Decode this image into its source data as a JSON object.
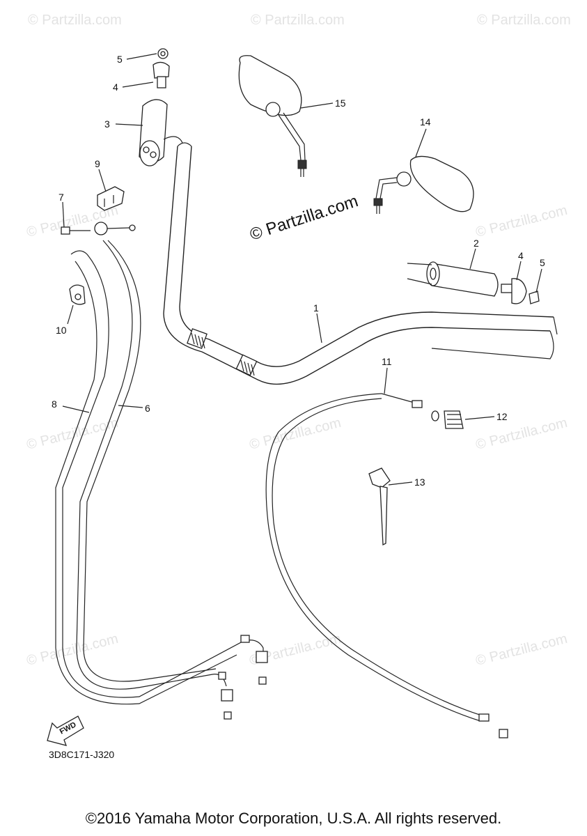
{
  "watermark": {
    "faint_text": "© Partzilla.com",
    "main_text": "© Partzilla.com"
  },
  "diagram_code": "3D8C171-J320",
  "fwd_label": "FWD",
  "copyright": "©2016 Yamaha Motor Corporation, U.S.A. All rights reserved.",
  "callouts": {
    "c1": "1",
    "c2": "2",
    "c3": "3",
    "c4a": "4",
    "c4b": "4",
    "c5a": "5",
    "c5b": "5",
    "c6": "6",
    "c7": "7",
    "c8": "8",
    "c9": "9",
    "c10": "10",
    "c11": "11",
    "c12": "12",
    "c13": "13",
    "c14": "14",
    "c15": "15"
  }
}
